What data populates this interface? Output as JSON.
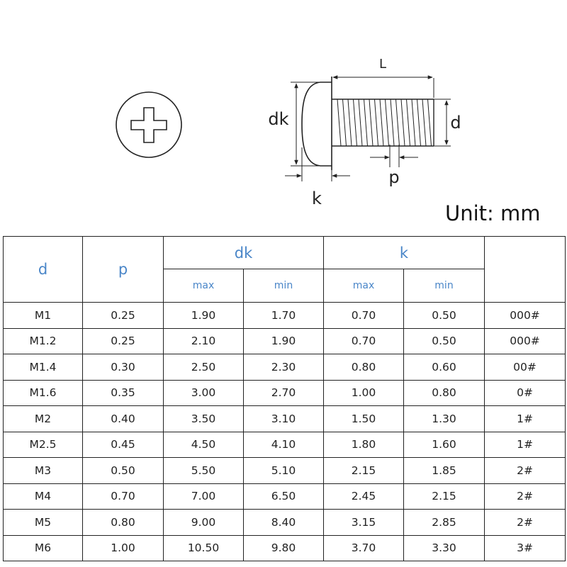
{
  "diagram": {
    "labels": {
      "length": "L",
      "head_diameter": "dk",
      "thread_diameter": "d",
      "head_height": "k",
      "pitch": "p"
    },
    "unit": "Unit: mm",
    "icons": {
      "head_top_view": "phillips-cross-head-icon",
      "side_view": "pan-head-screw-side-view"
    },
    "line_color": "#222222"
  },
  "table": {
    "header": {
      "d": "d",
      "p": "p",
      "dk": "dk",
      "k": "k",
      "dk_max": "max",
      "dk_min": "min",
      "k_max": "max",
      "k_min": "min",
      "drive": ""
    },
    "header_color": "#4a86c8",
    "rows": [
      {
        "d": "M1",
        "p": "0.25",
        "dk_max": "1.90",
        "dk_min": "1.70",
        "k_max": "0.70",
        "k_min": "0.50",
        "drive": "000#"
      },
      {
        "d": "M1.2",
        "p": "0.25",
        "dk_max": "2.10",
        "dk_min": "1.90",
        "k_max": "0.70",
        "k_min": "0.50",
        "drive": "000#"
      },
      {
        "d": "M1.4",
        "p": "0.30",
        "dk_max": "2.50",
        "dk_min": "2.30",
        "k_max": "0.80",
        "k_min": "0.60",
        "drive": "00#"
      },
      {
        "d": "M1.6",
        "p": "0.35",
        "dk_max": "3.00",
        "dk_min": "2.70",
        "k_max": "1.00",
        "k_min": "0.80",
        "drive": "0#"
      },
      {
        "d": "M2",
        "p": "0.40",
        "dk_max": "3.50",
        "dk_min": "3.10",
        "k_max": "1.50",
        "k_min": "1.30",
        "drive": "1#"
      },
      {
        "d": "M2.5",
        "p": "0.45",
        "dk_max": "4.50",
        "dk_min": "4.10",
        "k_max": "1.80",
        "k_min": "1.60",
        "drive": "1#"
      },
      {
        "d": "M3",
        "p": "0.50",
        "dk_max": "5.50",
        "dk_min": "5.10",
        "k_max": "2.15",
        "k_min": "1.85",
        "drive": "2#"
      },
      {
        "d": "M4",
        "p": "0.70",
        "dk_max": "7.00",
        "dk_min": "6.50",
        "k_max": "2.45",
        "k_min": "2.15",
        "drive": "2#"
      },
      {
        "d": "M5",
        "p": "0.80",
        "dk_max": "9.00",
        "dk_min": "8.40",
        "k_max": "3.15",
        "k_min": "2.85",
        "drive": "2#"
      },
      {
        "d": "M6",
        "p": "1.00",
        "dk_max": "10.50",
        "dk_min": "9.80",
        "k_max": "3.70",
        "k_min": "3.30",
        "drive": "3#"
      }
    ]
  }
}
